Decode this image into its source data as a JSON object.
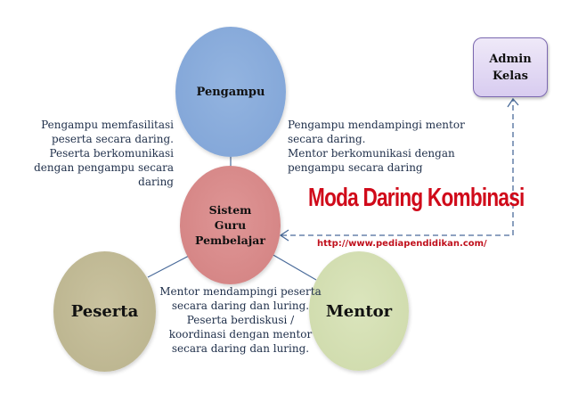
{
  "diagram": {
    "title": "Moda Daring Kombinasi",
    "source_url": "http://www.pediapendidikan.com/",
    "colors": {
      "pengampu": "#8eb0de",
      "sistem": "#d98c8c",
      "peserta": "#c4bd98",
      "mentor": "#d5e0b4",
      "admin": "#ddd3f2",
      "title": "#d00a1a",
      "connector": "#4a6b9a"
    },
    "nodes": {
      "pengampu": {
        "label": "Pengampu"
      },
      "sistem": {
        "label": "Sistem\nGuru\nPembelajar"
      },
      "peserta": {
        "label": "Peserta"
      },
      "mentor": {
        "label": "Mentor"
      },
      "admin": {
        "label": "Admin\nKelas"
      }
    },
    "notes": {
      "pengampu_peserta": "Pengampu memfasilitasi\npeserta secara daring.\nPeserta berkomunikasi\ndengan pengampu secara\ndaring",
      "pengampu_mentor": "Pengampu mendampingi mentor\nsecara daring.\nMentor berkomunikasi dengan\npengampu secara daring",
      "mentor_peserta": "Mentor mendampingi peserta\nsecara daring dan luring.\nPeserta berdiskusi /\nkoordinasi dengan mentor\nsecara daring dan luring."
    },
    "edges": [
      {
        "from": "Pengampu",
        "to": "Sistem Guru Pembelajar",
        "style": "solid"
      },
      {
        "from": "Sistem Guru Pembelajar",
        "to": "Peserta",
        "style": "solid"
      },
      {
        "from": "Sistem Guru Pembelajar",
        "to": "Mentor",
        "style": "solid"
      },
      {
        "from": "Admin Kelas",
        "to": "Sistem Guru Pembelajar",
        "style": "dashed",
        "arrows": "both"
      }
    ]
  }
}
